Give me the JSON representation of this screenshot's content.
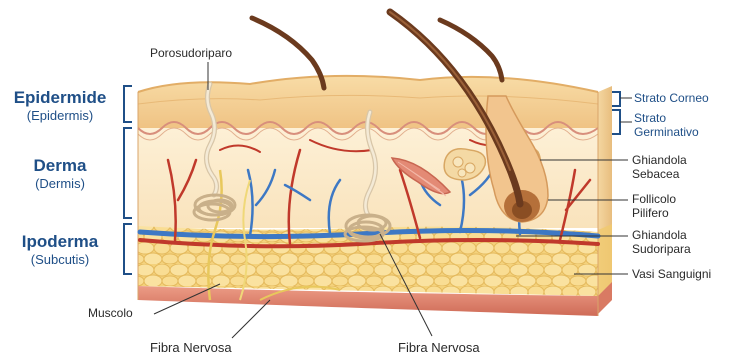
{
  "labels": {
    "porosudoriparo": "Porosudoriparo",
    "epidermide": "Epidermide",
    "epidermis": "(Epidermis)",
    "derma": "Derma",
    "dermis": "(Dermis)",
    "ipoderma": "Ipoderma",
    "subcutis": "(Subcutis)",
    "strato_corneo": "Strato Corneo",
    "strato_germinativo_1": "Strato",
    "strato_germinativo_2": "Germinativo",
    "ghiandola_sebacea_1": "Ghiandola",
    "ghiandola_sebacea_2": "Sebacea",
    "follicolo_pilifero_1": "Follicolo",
    "follicolo_pilifero_2": "Pilifero",
    "ghiandola_sudoripara_1": "Ghiandola",
    "ghiandola_sudoripara_2": "Sudoripara",
    "vasi_sanguigni": "Vasi Sanguigni",
    "muscolo": "Muscolo",
    "fibra_nervosa_left": "Fibra Nervosa",
    "fibra_nervosa_right": "Fibra Nervosa"
  },
  "colors": {
    "label_blue": "#1f4f87",
    "epidermis": "#f3cf8f",
    "dermis": "#fbe7c6",
    "fat": "#f6d98a",
    "muscle": "#e07e68",
    "artery": "#c0392b",
    "vein": "#3d78c4",
    "hair": "#6b3a1e"
  }
}
